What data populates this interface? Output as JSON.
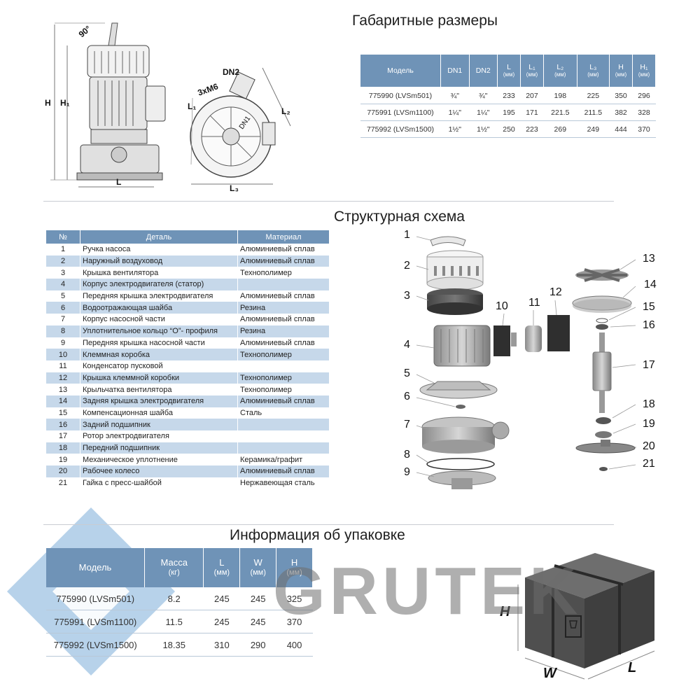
{
  "headings": {
    "dimensions": "Габаритные размеры",
    "structure": "Структурная схема",
    "packaging": "Информация об упаковке"
  },
  "drawing_labels": {
    "angle": "90°",
    "h": "H",
    "h1": "H₁",
    "l": "L",
    "l1": "L₁",
    "l2": "L₂",
    "l3": "L₃",
    "dn1": "DN1",
    "dn2": "DN2",
    "bolts": "3xM6"
  },
  "dimensions_table": {
    "headers": [
      {
        "label": "Модель",
        "unit": ""
      },
      {
        "label": "DN1",
        "unit": ""
      },
      {
        "label": "DN2",
        "unit": ""
      },
      {
        "label": "L",
        "unit": "(мм)"
      },
      {
        "label": "L₁",
        "unit": "(мм)"
      },
      {
        "label": "L₂",
        "unit": "(мм)"
      },
      {
        "label": "L₃",
        "unit": "(мм)"
      },
      {
        "label": "H",
        "unit": "(мм)"
      },
      {
        "label": "H₁",
        "unit": "(мм)"
      }
    ],
    "rows": [
      [
        "775990 (LVSm501)",
        "¾\"",
        "¾\"",
        "233",
        "207",
        "198",
        "225",
        "350",
        "296"
      ],
      [
        "775991 (LVSm1100)",
        "1¼\"",
        "1¼\"",
        "195",
        "171",
        "221.5",
        "211.5",
        "382",
        "328"
      ],
      [
        "775992 (LVSm1500)",
        "1½\"",
        "1½\"",
        "250",
        "223",
        "269",
        "249",
        "444",
        "370"
      ]
    ]
  },
  "parts_table": {
    "headers": [
      "№",
      "Деталь",
      "Материал"
    ],
    "rows": [
      [
        "1",
        "Ручка насоса",
        "Алюминиевый сплав"
      ],
      [
        "2",
        "Наружный воздуховод",
        "Алюминиевый сплав"
      ],
      [
        "3",
        "Крышка вентилятора",
        "Технополимер"
      ],
      [
        "4",
        "Корпус электродвигателя (статор)",
        ""
      ],
      [
        "5",
        "Передняя крышка электродвигателя",
        "Алюминиевый сплав"
      ],
      [
        "6",
        "Водоотражающая шайба",
        "Резина"
      ],
      [
        "7",
        "Корпус насосной части",
        "Алюминиевый сплав"
      ],
      [
        "8",
        "Уплотнительное кольцо “О”- профиля",
        "Резина"
      ],
      [
        "9",
        "Передняя крышка насосной части",
        "Алюминиевый сплав"
      ],
      [
        "10",
        "Клеммная коробка",
        "Технополимер"
      ],
      [
        "11",
        "Конденсатор пусковой",
        ""
      ],
      [
        "12",
        "Крышка клеммной коробки",
        "Технополимер"
      ],
      [
        "13",
        "Крыльчатка вентилятора",
        "Технополимер"
      ],
      [
        "14",
        "Задняя крышка электродвигателя",
        "Алюминиевый сплав"
      ],
      [
        "15",
        "Компенсационная шайба",
        "Сталь"
      ],
      [
        "16",
        "Задний подшипник",
        ""
      ],
      [
        "17",
        "Ротор электродвигателя",
        ""
      ],
      [
        "18",
        "Передний подшипник",
        ""
      ],
      [
        "19",
        "Механическое уплотнение",
        "Керамика/графит"
      ],
      [
        "20",
        "Рабочее колесо",
        "Алюминиевый сплав"
      ],
      [
        "21",
        "Гайка с пресс-шайбой",
        "Нержавеющая сталь"
      ]
    ]
  },
  "exploded_labels": [
    "1",
    "2",
    "3",
    "4",
    "5",
    "6",
    "7",
    "8",
    "9",
    "10",
    "11",
    "12",
    "13",
    "14",
    "15",
    "16",
    "17",
    "18",
    "19",
    "20",
    "21"
  ],
  "packaging_table": {
    "headers": [
      {
        "label": "Модель",
        "unit": ""
      },
      {
        "label": "Масса",
        "unit": "(кг)"
      },
      {
        "label": "L",
        "unit": "(мм)"
      },
      {
        "label": "W",
        "unit": "(мм)"
      },
      {
        "label": "H",
        "unit": "(мм)"
      }
    ],
    "rows": [
      [
        "775990 (LVSm501)",
        "8.2",
        "245",
        "245",
        "325"
      ],
      [
        "775991 (LVSm1100)",
        "11.5",
        "245",
        "245",
        "370"
      ],
      [
        "775992 (LVSm1500)",
        "18.35",
        "310",
        "290",
        "400"
      ]
    ]
  },
  "box_labels": {
    "h": "H",
    "w": "W",
    "l": "L"
  },
  "watermark": "GRUTEK",
  "colors": {
    "header_blue": "#6f93b7",
    "stripe_blue": "#c6d8ea"
  }
}
